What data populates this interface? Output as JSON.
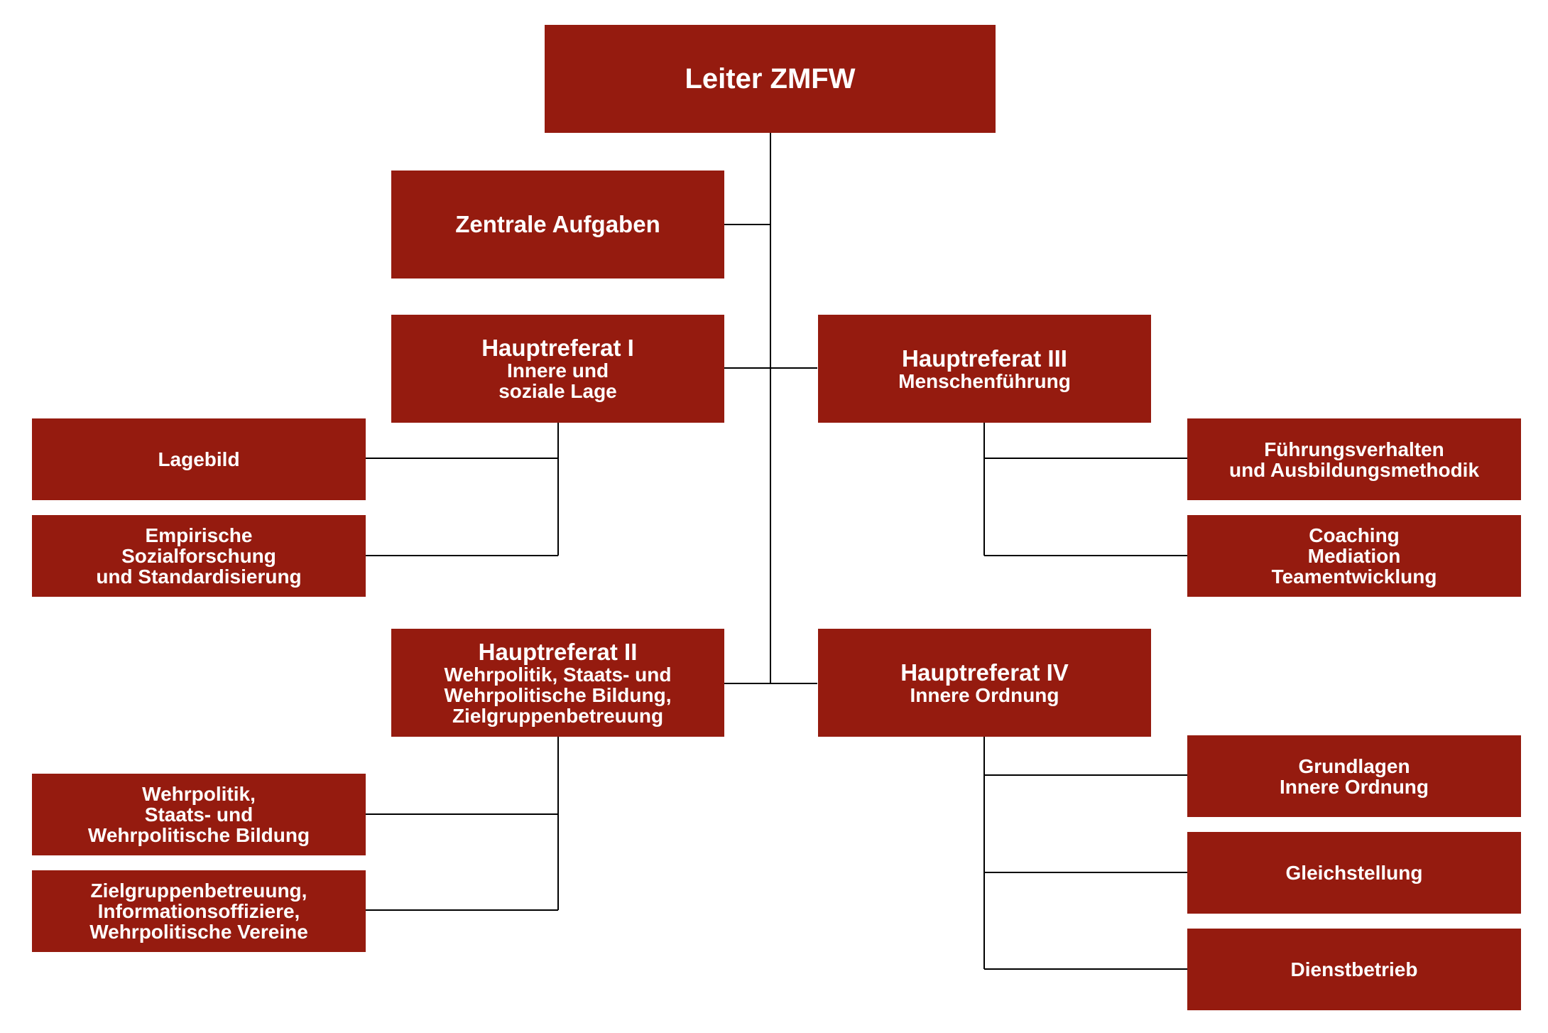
{
  "theme": {
    "box_color": "#951b0f",
    "text_color": "#ffffff",
    "line_color": "#000000"
  },
  "leiter": {
    "title": "Leiter ZMFW"
  },
  "zentrale": {
    "title": "Zentrale Aufgaben"
  },
  "hr1": {
    "title": "Hauptreferat I",
    "subtitle": [
      "Innere und",
      "soziale Lage"
    ],
    "units": [
      {
        "lines": [
          "Lagebild"
        ]
      },
      {
        "lines": [
          "Empirische",
          "Sozialforschung",
          "und Standardisierung"
        ]
      }
    ]
  },
  "hr2": {
    "title": "Hauptreferat II",
    "subtitle": [
      "Wehrpolitik, Staats- und",
      "Wehrpolitische Bildung,",
      "Zielgruppenbetreuung"
    ],
    "units": [
      {
        "lines": [
          "Wehrpolitik,",
          "Staats- und",
          "Wehrpolitische Bildung"
        ]
      },
      {
        "lines": [
          "Zielgruppenbetreuung,",
          "Informationsoffiziere,",
          "Wehrpolitische Vereine"
        ]
      }
    ]
  },
  "hr3": {
    "title": "Hauptreferat III",
    "subtitle": [
      "Menschenführung"
    ],
    "units": [
      {
        "lines": [
          "Führungsverhalten",
          "und Ausbildungsmethodik"
        ]
      },
      {
        "lines": [
          "Coaching",
          "Mediation",
          "Teamentwicklung"
        ]
      }
    ]
  },
  "hr4": {
    "title": "Hauptreferat IV",
    "subtitle": [
      "Innere Ordnung"
    ],
    "units": [
      {
        "lines": [
          "Grundlagen",
          "Innere Ordnung"
        ]
      },
      {
        "lines": [
          "Gleichstellung"
        ]
      },
      {
        "lines": [
          "Dienstbetrieb"
        ]
      }
    ]
  }
}
